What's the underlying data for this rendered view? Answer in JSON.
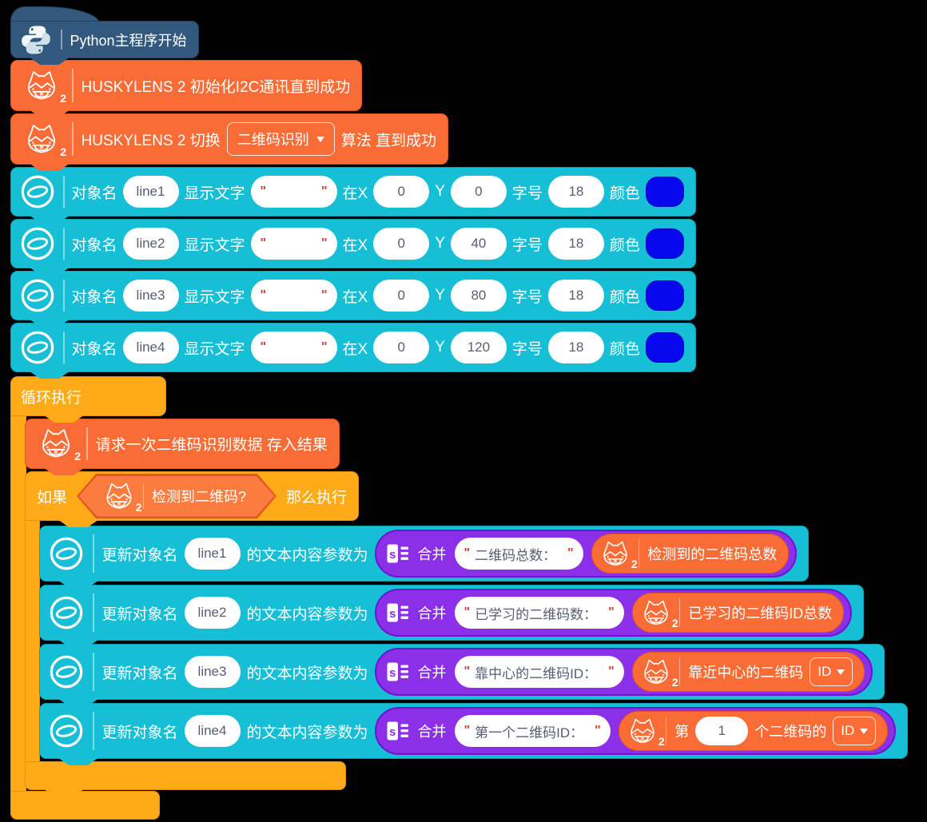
{
  "colors": {
    "python_navy": "#33587D",
    "python_navy_border": "#24425F",
    "husky_orange": "#FA6C35",
    "husky_orange_border": "#E2571F",
    "boolean_orange": "#FB7C3E",
    "control_amber": "#FFAB19",
    "control_amber_border": "#E3930F",
    "display_cyan": "#16BFD6",
    "display_cyan_border": "#0FA0B5",
    "text_purple": "#8C2FE8",
    "text_purple_border": "#6D15CE",
    "swatch_blue": "#0808EF",
    "pill_text": "#575E75",
    "quote_red": "#D0443C"
  },
  "ui": {
    "quote": "\"",
    "husky_badge": "2"
  },
  "hat": {
    "label": "Python主程序开始"
  },
  "init_block": {
    "label": "HUSKYLENS 2 初始化I2C通讯直到成功"
  },
  "switch_block": {
    "prefix": "HUSKYLENS 2 切换",
    "algorithm": "二维码识别",
    "suffix": "算法 直到成功"
  },
  "display_labels": {
    "object": "对象名",
    "text": "显示文字",
    "at_x": "在X",
    "y": "Y",
    "font_size": "字号",
    "color": "颜色"
  },
  "display_rows": [
    {
      "name": "line1",
      "text": " ",
      "x": "0",
      "y": "0",
      "size": "18"
    },
    {
      "name": "line2",
      "text": " ",
      "x": "0",
      "y": "40",
      "size": "18"
    },
    {
      "name": "line3",
      "text": " ",
      "x": "0",
      "y": "80",
      "size": "18"
    },
    {
      "name": "line4",
      "text": " ",
      "x": "0",
      "y": "120",
      "size": "18"
    }
  ],
  "loop_block": {
    "label": "循环执行"
  },
  "request_block": {
    "label": "请求一次二维码识别数据 存入结果"
  },
  "if_block": {
    "if_label": "如果",
    "condition": "检测到二维码?",
    "then_label": "那么执行"
  },
  "update_labels": {
    "update": "更新对象名",
    "param": "的文本内容参数为",
    "merge": "合并"
  },
  "update_rows": [
    {
      "name": "line1",
      "string": "二维码总数：",
      "reporter": {
        "label": "检测到的二维码总数"
      }
    },
    {
      "name": "line2",
      "string": "已学习的二维码数：",
      "reporter": {
        "label": "已学习的二维码ID总数"
      }
    },
    {
      "name": "line3",
      "string": "靠中心的二维码ID：",
      "reporter": {
        "label": "靠近中心的二维码",
        "dropdown": "ID"
      }
    },
    {
      "name": "line4",
      "string": "第一个二维码ID：",
      "reporter": {
        "prefix": "第",
        "index": "1",
        "suffix": "个二维码的",
        "dropdown": "ID"
      }
    }
  ]
}
